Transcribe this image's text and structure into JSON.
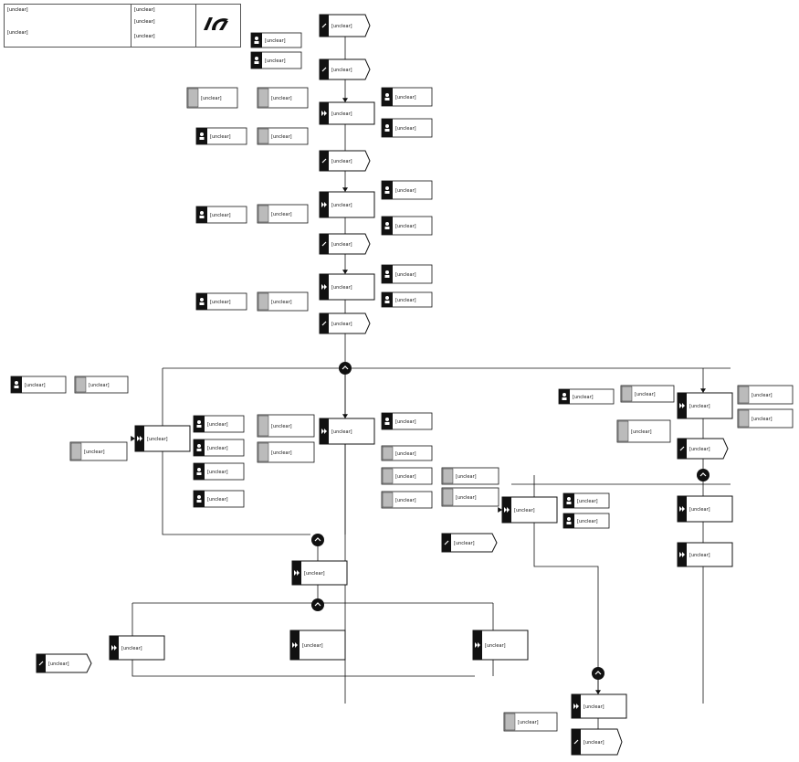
{
  "header": {
    "title": "[unclear]",
    "sheet": "[unclear]",
    "created_by": "[unclear]",
    "modified_by": "[unclear]",
    "modified_on": "[unclear]"
  },
  "diagram": {
    "functions": [
      {
        "id": "f1",
        "label": "[unclear]"
      },
      {
        "id": "f2",
        "label": "[unclear]"
      },
      {
        "id": "f3",
        "label": "[unclear]"
      },
      {
        "id": "f4",
        "label": "[unclear]"
      },
      {
        "id": "f5",
        "label": "[unclear]"
      },
      {
        "id": "f6",
        "label": "[unclear]"
      },
      {
        "id": "f7",
        "label": "[unclear]"
      },
      {
        "id": "f8",
        "label": "[unclear]"
      },
      {
        "id": "f9",
        "label": "[unclear]"
      },
      {
        "id": "f10",
        "label": "[unclear]"
      },
      {
        "id": "f11",
        "label": "[unclear]"
      },
      {
        "id": "f12",
        "label": "[unclear]"
      },
      {
        "id": "f13",
        "label": "[unclear]"
      },
      {
        "id": "f14",
        "label": "[unclear]"
      }
    ],
    "events": [
      {
        "id": "e1",
        "label": "[unclear]"
      },
      {
        "id": "e2",
        "label": "[unclear]"
      },
      {
        "id": "e3",
        "label": "[unclear]"
      },
      {
        "id": "e4",
        "label": "[unclear]"
      },
      {
        "id": "e5",
        "label": "[unclear]"
      },
      {
        "id": "e6",
        "label": "[unclear]"
      },
      {
        "id": "e7",
        "label": "[unclear]"
      },
      {
        "id": "e8",
        "label": "[unclear]"
      },
      {
        "id": "e9",
        "label": "[unclear]"
      }
    ],
    "roles": [
      {
        "id": "r1",
        "label": "[unclear]"
      },
      {
        "id": "r2",
        "label": "[unclear]"
      },
      {
        "id": "r3",
        "label": "[unclear]"
      },
      {
        "id": "r4",
        "label": "[unclear]"
      },
      {
        "id": "r5",
        "label": "[unclear]"
      },
      {
        "id": "r6",
        "label": "[unclear]"
      },
      {
        "id": "r7",
        "label": "[unclear]"
      },
      {
        "id": "r8",
        "label": "[unclear]"
      },
      {
        "id": "r9",
        "label": "[unclear]"
      },
      {
        "id": "r10",
        "label": "[unclear]"
      },
      {
        "id": "r11",
        "label": "[unclear]"
      },
      {
        "id": "r12",
        "label": "[unclear]"
      },
      {
        "id": "r13",
        "label": "[unclear]"
      },
      {
        "id": "r14",
        "label": "[unclear]"
      },
      {
        "id": "r15",
        "label": "[unclear]"
      },
      {
        "id": "r16",
        "label": "[unclear]"
      },
      {
        "id": "r17",
        "label": "[unclear]"
      },
      {
        "id": "r18",
        "label": "[unclear]"
      },
      {
        "id": "r19",
        "label": "[unclear]"
      },
      {
        "id": "r20",
        "label": "[unclear]"
      }
    ],
    "documents": [
      {
        "id": "d1",
        "label": "[unclear]"
      },
      {
        "id": "d2",
        "label": "[unclear]"
      },
      {
        "id": "d3",
        "label": "[unclear]"
      },
      {
        "id": "d4",
        "label": "[unclear]"
      },
      {
        "id": "d5",
        "label": "[unclear]"
      },
      {
        "id": "d6",
        "label": "[unclear]"
      },
      {
        "id": "d7",
        "label": "[unclear]"
      },
      {
        "id": "d8",
        "label": "[unclear]"
      },
      {
        "id": "d9",
        "label": "[unclear]"
      },
      {
        "id": "d10",
        "label": "[unclear]"
      },
      {
        "id": "d11",
        "label": "[unclear]"
      },
      {
        "id": "d12",
        "label": "[unclear]"
      },
      {
        "id": "d13",
        "label": "[unclear]"
      },
      {
        "id": "d14",
        "label": "[unclear]"
      },
      {
        "id": "d15",
        "label": "[unclear]"
      },
      {
        "id": "d16",
        "label": "[unclear]"
      },
      {
        "id": "d17",
        "label": "[unclear]"
      },
      {
        "id": "d18",
        "label": "[unclear]"
      },
      {
        "id": "d19",
        "label": "[unclear]"
      }
    ],
    "colors": {
      "ink": "#111111",
      "fill": "#ffffff",
      "role_fill": "#e8e8e8"
    }
  }
}
